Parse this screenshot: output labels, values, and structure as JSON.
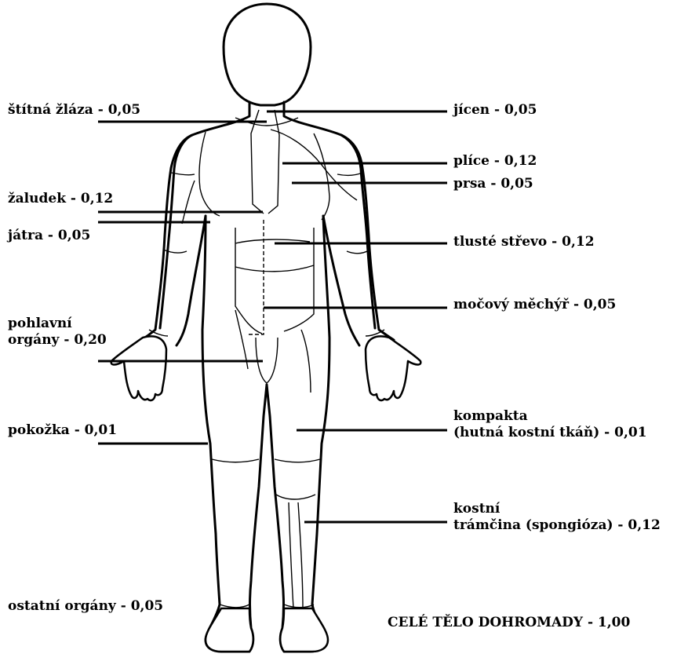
{
  "labels": {
    "stitna_zlaza": "štítná žláza - 0,05",
    "zaludek": "žaludek - 0,12",
    "jatra": "játra - 0,05",
    "pohlavni_line1": "pohlavní",
    "pohlavni_line2": "orgány - 0,20",
    "pokozka": "pokožka - 0,01",
    "ostatni": "ostatní orgány - 0,05",
    "jicen": "jícen - 0,05",
    "plice": "plíce - 0,12",
    "prsa": "prsa - 0,05",
    "tluste_strevo": "tlusté střevo - 0,12",
    "mocovy_mechyr": "močový měchýř - 0,05",
    "kompakta_line1": "kompakta",
    "kompakta_line2": "(hutná kostní tkáň) - 0,01",
    "kostni_line1": "kostní",
    "kostni_line2": "trámčina (spongióza) - 0,12",
    "total": "CELÉ TĚLO DOHROMADY - 1,00"
  },
  "colors": {
    "stroke": "#000000",
    "background": "#ffffff"
  }
}
